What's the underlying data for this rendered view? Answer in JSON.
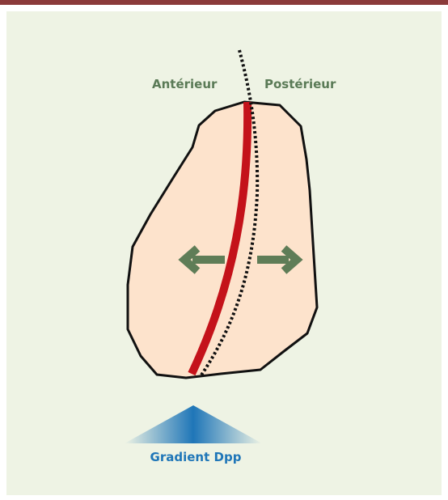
{
  "labels": {
    "anterior": "Antérieur",
    "posterior": "Postérieur",
    "gradient": "Gradient Dpp"
  },
  "colors": {
    "top_rule": "#8b3a3a",
    "panel_background": "#eef3e4",
    "disc_fill": "#fde3cc",
    "disc_outline": "#111111",
    "midline": "#c4121a",
    "boundary_dotted": "#111111",
    "arrows": "#5f7d57",
    "label_green": "#5a7a56",
    "gradient_blue": "#1f76b8"
  },
  "icons": {
    "left_arrow": "arrow-left-icon",
    "right_arrow": "arrow-right-icon"
  }
}
